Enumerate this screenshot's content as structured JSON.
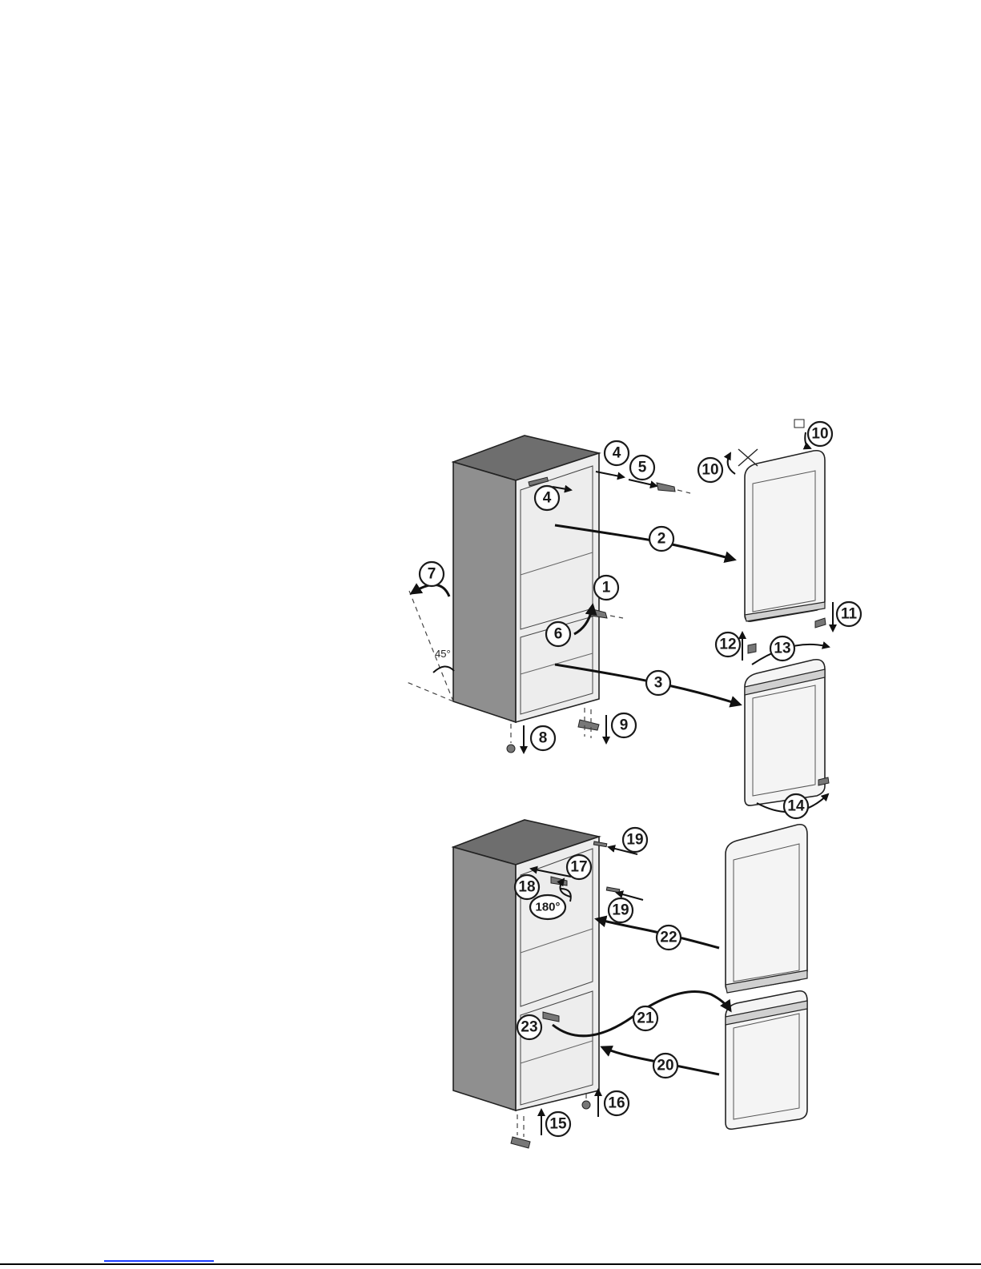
{
  "figure": {
    "callouts": [
      {
        "label": "1"
      },
      {
        "label": "2"
      },
      {
        "label": "3"
      },
      {
        "label": "4"
      },
      {
        "label": "4"
      },
      {
        "label": "5"
      },
      {
        "label": "6"
      },
      {
        "label": "7"
      },
      {
        "label": "8"
      },
      {
        "label": "9"
      },
      {
        "label": "10"
      },
      {
        "label": "10"
      },
      {
        "label": "11"
      },
      {
        "label": "12"
      },
      {
        "label": "13"
      },
      {
        "label": "14"
      },
      {
        "label": "15"
      },
      {
        "label": "16"
      },
      {
        "label": "17"
      },
      {
        "label": "18"
      },
      {
        "label": "19"
      },
      {
        "label": "19"
      },
      {
        "label": "20"
      },
      {
        "label": "21"
      },
      {
        "label": "22"
      },
      {
        "label": "23"
      }
    ],
    "angle_tilt": "45°",
    "angle_rotate": "180°"
  },
  "colors": {
    "line": "#1a1a1a",
    "footer_rule": "#000000",
    "footer_link": "#1a3cff"
  }
}
